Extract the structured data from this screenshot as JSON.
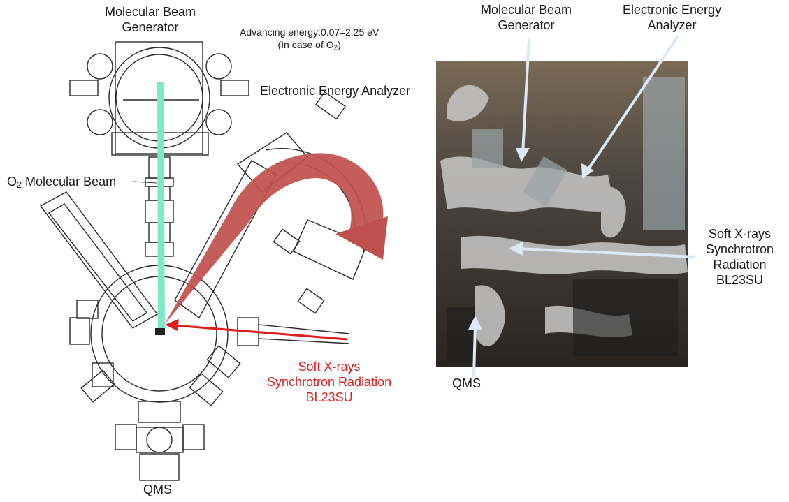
{
  "left_diagram": {
    "generator_label": [
      "Molecular Beam",
      "Generator"
    ],
    "energy_line1": "Advancing energy:0.07–2.25 eV",
    "energy_line2_prefix": "(In case of O",
    "energy_line2_sub": "2",
    "energy_line2_suffix": ")",
    "analyzer_label": "Electronic Energy Analyzer",
    "beam_label_prefix": "O",
    "beam_label_sub": "2",
    "beam_label_suffix": " Molecular Beam",
    "xray_label": [
      "Soft X-rays",
      "Synchrotron Radiation",
      "BL23SU"
    ],
    "qms_label": "QMS"
  },
  "photo": {
    "generator_label": [
      "Molecular Beam",
      "Generator"
    ],
    "analyzer_label": [
      "Electronic Energy",
      "Analyzer"
    ],
    "xray_label": [
      "Soft X-rays",
      "Synchrotron",
      "Radiation",
      "BL23SU"
    ],
    "qms_label": "QMS"
  },
  "colors": {
    "beam": "#7fe8c8",
    "xray_arrow": "#e01b1b",
    "rotation_arrow": "#c0504d",
    "photo_arrow": "#dbe8f7"
  }
}
